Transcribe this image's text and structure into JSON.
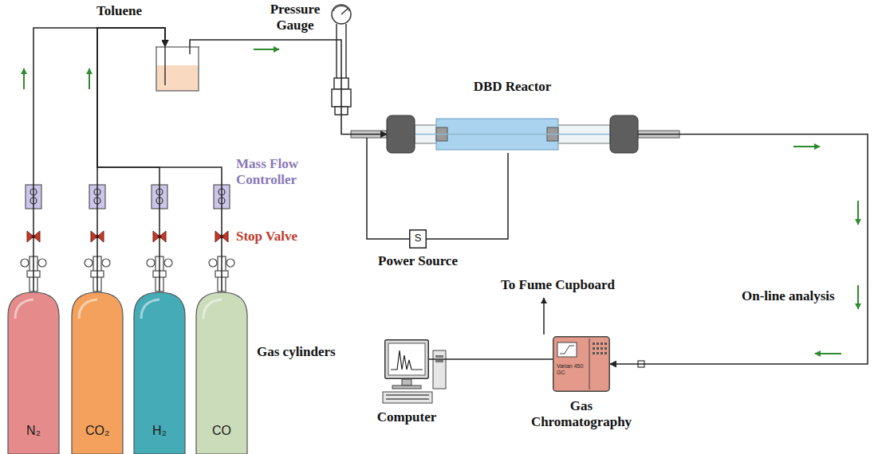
{
  "diagram": {
    "nodes": [
      {
        "text": [
          "Toluene"
        ]
      },
      {
        "text": [
          "DBD Reactor"
        ]
      },
      {
        "text": [
          "N₂"
        ]
      },
      {
        "text": [
          "CO₂"
        ]
      },
      {
        "text": [
          "H₂"
        ]
      },
      {
        "text": [
          "CO"
        ]
      },
      {
        "text": [
          "S",
          "Power Source"
        ]
      },
      {
        "text": [
          "Varian 450 GC",
          "Gas Chromatography"
        ]
      },
      {
        "text": [
          "Computer"
        ]
      }
    ],
    "edges": [
      {
        "from": 2,
        "to": 0,
        "arrow": "to"
      },
      {
        "from": 3,
        "to": 0,
        "arrow": "to"
      },
      {
        "from": 4,
        "to": 0,
        "arrow": "to"
      },
      {
        "from": 5,
        "to": 0,
        "arrow": "to"
      },
      {
        "from": 0,
        "to": 1,
        "arrow": "to"
      },
      {
        "from": 6,
        "to": 1,
        "arrow": "none"
      },
      {
        "from": 1,
        "to": 7,
        "arrow": "to"
      },
      {
        "from": 7,
        "to": 8,
        "arrow": "none"
      }
    ],
    "labels": [
      "Pressure Gauge",
      "Mass Flow Controller",
      "Stop Valve",
      "Gas cylinders",
      "To Fume Cupboard",
      "On-line analysis"
    ]
  }
}
